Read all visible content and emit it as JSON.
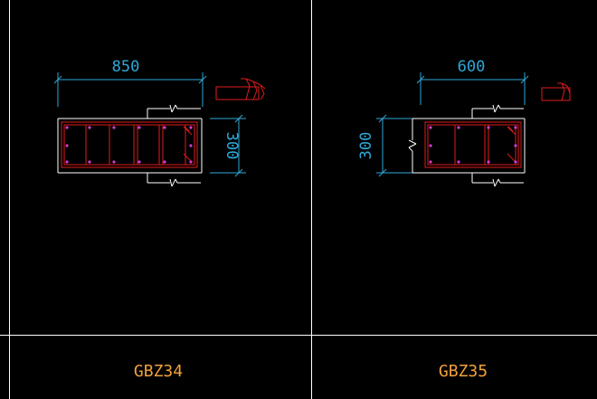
{
  "colors": {
    "background": "#000000",
    "frame": "#ffffff",
    "dimension": "#2fa8d8",
    "outline": "#ffffff",
    "rebar": "#e11b1b",
    "dot": "#d23bd2",
    "label": "#f2a23a"
  },
  "drawing": {
    "columns": [
      {
        "id": "gbz34",
        "label": "GBZ34",
        "width_dim": "850",
        "height_dim": "300",
        "width_mm": 850,
        "height_mm": 300,
        "stirrup_count": 5
      },
      {
        "id": "gbz35",
        "label": "GBZ35",
        "width_dim": "600",
        "height_dim": "300",
        "width_mm": 600,
        "height_mm": 300,
        "stirrup_count": 3
      }
    ]
  }
}
